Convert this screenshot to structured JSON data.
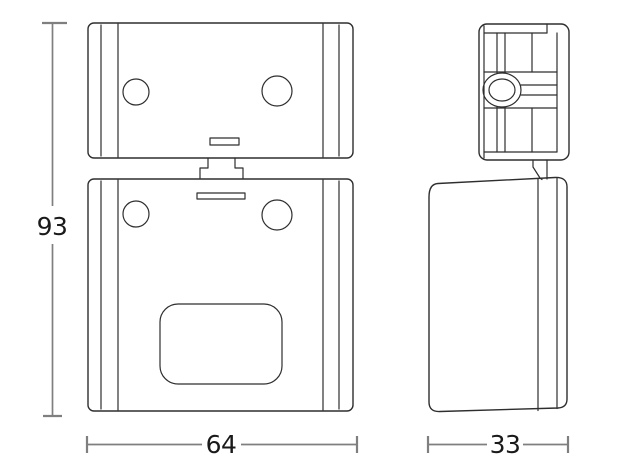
{
  "drawing": {
    "background_color": "#ffffff",
    "line_color": "#2e2e2e",
    "dimension_line_color": "#7f7f7f",
    "dimension_text_color": "#1a1a1a",
    "dimensions": {
      "height": "93",
      "width": "64",
      "depth": "33"
    }
  }
}
